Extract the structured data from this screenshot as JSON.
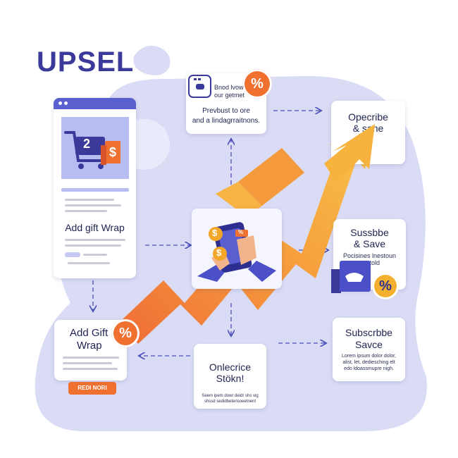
{
  "heading": "UPSEL",
  "colors": {
    "brand": "#3b3a9a",
    "orange": "#f17c3a",
    "blob": "#d9dcf5",
    "accent_blue": "#5a5fd0"
  },
  "left_panel": {
    "cart_number": "2",
    "cart_price_symbol": "$",
    "title": "Add gift Wrap"
  },
  "top_card": {
    "line1": "Bnod lvow",
    "line2": "our getmet",
    "line3": "Prevbust to ore",
    "line4": "and a lindagrraitnons.",
    "badge": "%"
  },
  "top_right_card": {
    "title_line1": "Opecribe",
    "title_line2": "& sane"
  },
  "center_card": {
    "phone_badge": "%",
    "coin_symbol": "$"
  },
  "mid_right_card": {
    "title_line1": "Sussbbe",
    "title_line2": "& Save",
    "body_line1": "Pocisines lnestoun",
    "body_line2": "est told",
    "badge": "%"
  },
  "bottom_left_card": {
    "title_line1": "Add Gift",
    "title_line2": "Wrap",
    "badge": "%",
    "button": "REDI NORI"
  },
  "bottom_center_card": {
    "title_line1": "Onlecrice",
    "title_line2": "Stökn!",
    "body_line1": "Seem ipem dowr deidr shs vig",
    "body_line2": "shssd sedidbeterisoeetnent"
  },
  "bottom_right_card": {
    "title_line1": "Subscrbbe",
    "title_line2": "Savce",
    "body_line1": "Lorem ipsum dolor dolor,",
    "body_line2": "alist, let, dediesching elt",
    "body_line3": "edo ldoassmupre nigh."
  }
}
